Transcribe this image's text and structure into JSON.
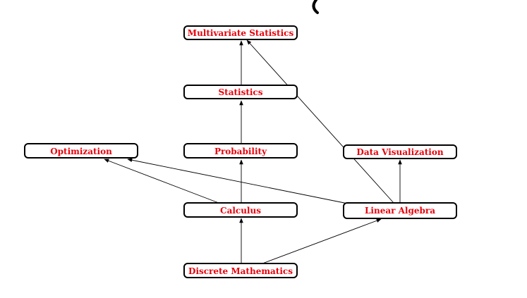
{
  "diagram": {
    "label_color": "#e8000b",
    "border_color": "#000000",
    "nodes": {
      "multivariate_statistics": "Multivariate Statistics",
      "statistics": "Statistics",
      "probability": "Probability",
      "optimization": "Optimization",
      "data_visualization": "Data Visualization",
      "calculus": "Calculus",
      "linear_algebra": "Linear Algebra",
      "discrete_mathematics": "Discrete Mathematics"
    },
    "edges": [
      {
        "from": "Discrete Mathematics",
        "to": "Calculus"
      },
      {
        "from": "Discrete Mathematics",
        "to": "Linear Algebra"
      },
      {
        "from": "Calculus",
        "to": "Probability"
      },
      {
        "from": "Calculus",
        "to": "Optimization"
      },
      {
        "from": "Linear Algebra",
        "to": "Optimization"
      },
      {
        "from": "Linear Algebra",
        "to": "Data Visualization"
      },
      {
        "from": "Linear Algebra",
        "to": "Multivariate Statistics"
      },
      {
        "from": "Probability",
        "to": "Statistics"
      },
      {
        "from": "Statistics",
        "to": "Multivariate Statistics"
      }
    ]
  }
}
